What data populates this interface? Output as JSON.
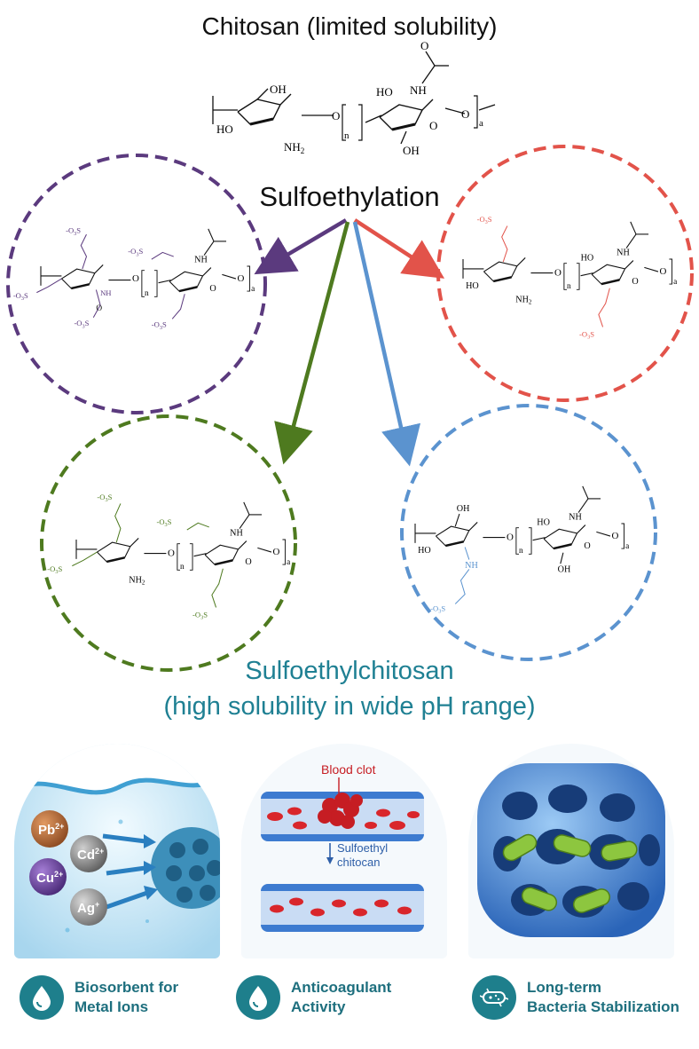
{
  "title": "Chitosan (limited solubility)",
  "process_label": "Sulfoethylation",
  "result": {
    "line1": "Sulfoethylchitosan",
    "line2": "(high solubility in wide pH range)"
  },
  "chem": {
    "oh": "OH",
    "ho": "HO",
    "nh2": "NH",
    "nh2_sub": "2",
    "nh": "NH",
    "o": "O",
    "n": "n",
    "a": "a",
    "so3": "O",
    "so3_sub": "3",
    "so3_s": "S",
    "so3_minus": "-"
  },
  "colors": {
    "purple": "#5b3a7e",
    "red": "#e2534a",
    "green": "#4e7a1f",
    "blue": "#5b93cf",
    "teal": "#1f8093"
  },
  "applications": [
    {
      "icon": "water-drop-icon",
      "label_line1": "Biosorbent for",
      "label_line2": "Metal Ions",
      "ions": [
        "Pb",
        "Cd",
        "Cu",
        "Ag"
      ],
      "ion_charges": [
        "2+",
        "2+",
        "2+",
        "+"
      ]
    },
    {
      "icon": "blood-drop-icon",
      "label_line1": "Anticoagulant",
      "label_line2": "Activity",
      "clot_label": "Blood clot",
      "agent_line1": "Sulfoethyl",
      "agent_line2": "chitocan"
    },
    {
      "icon": "bacteria-icon",
      "label_line1": "Long-term",
      "label_line2": "Bacteria Stabilization"
    }
  ]
}
